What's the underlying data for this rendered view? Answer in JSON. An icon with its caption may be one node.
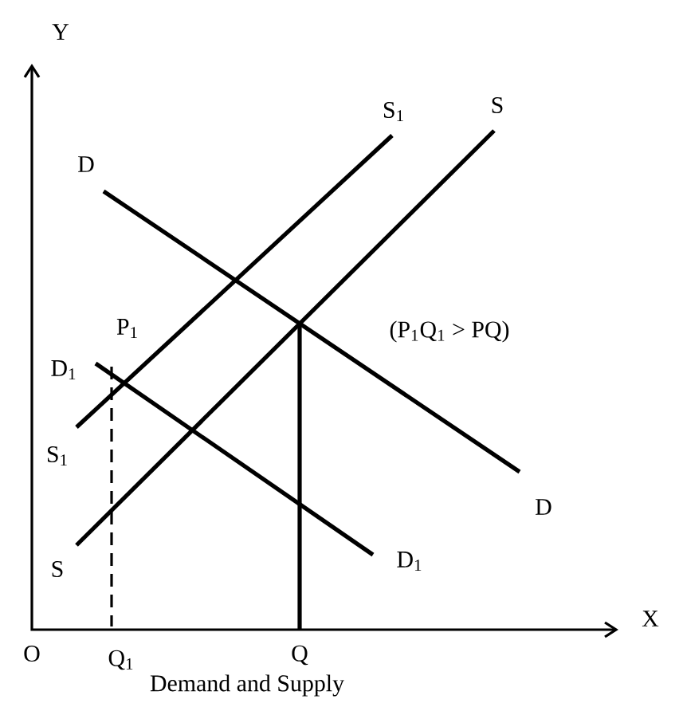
{
  "diagram": {
    "caption": "Demand and Supply",
    "labels": [
      "Y",
      "S$_{1}$",
      "S",
      "D",
      "(P$_{1}$Q$_{1}$ > PQ)",
      "P$_{1}$",
      "D$_{1}$",
      "S$_{1}$",
      "D",
      "D$_{1}$",
      "S",
      "X",
      "O",
      "Q$_{1}$",
      "Q"
    ]
  }
}
